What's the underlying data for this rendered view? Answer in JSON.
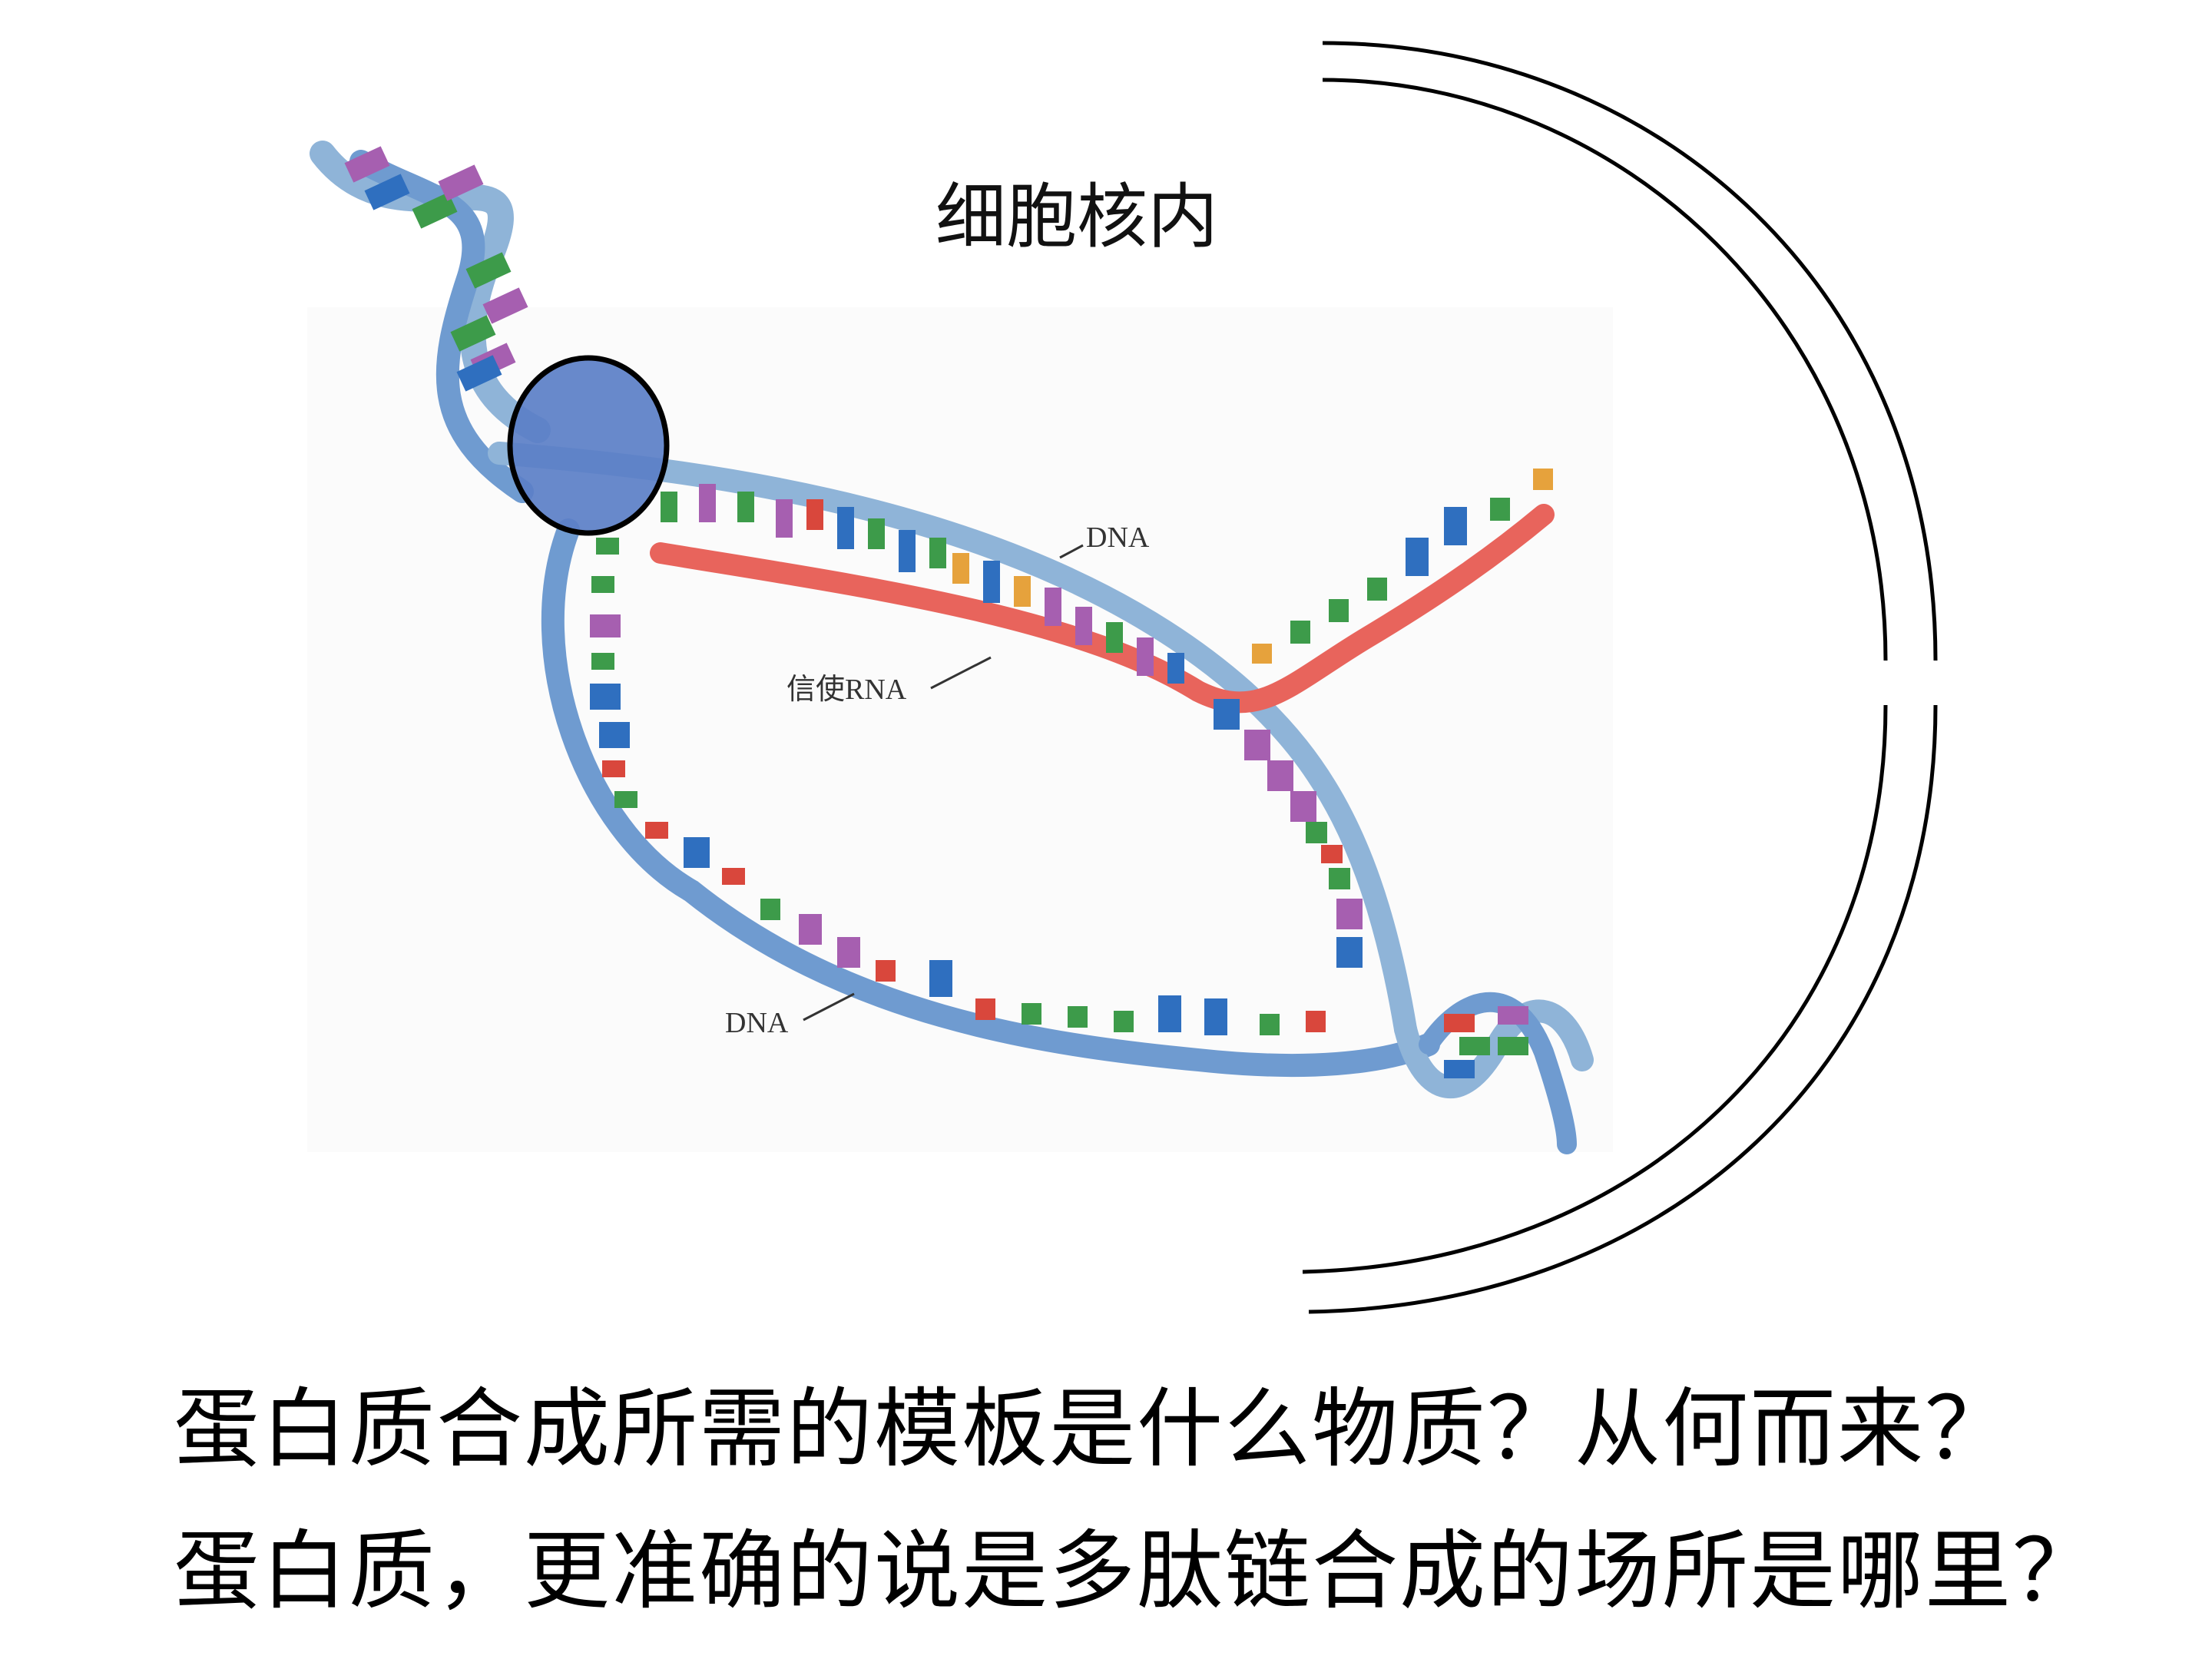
{
  "labels": {
    "nucleus": "细胞核内",
    "dna_top": "DNA",
    "mrna": "信使RNA",
    "dna_bottom": "DNA"
  },
  "questions": [
    "蛋白质合成所需的模板是什么物质？从何而来？",
    "蛋白质，更准确的说是多肽链合成的场所是哪里？"
  ],
  "colors": {
    "dna_strand": "#8fb4d8",
    "dna_strand_dark": "#5f86c4",
    "mrna_strand": "#e8645c",
    "enzyme": "#5b7fc7",
    "base_green": "#3d9b4a",
    "base_blue": "#2f6fbf",
    "base_purple": "#a65fb0",
    "base_red": "#d9473c",
    "base_orange": "#e6a23c",
    "nuclear_membrane": "#000000"
  }
}
